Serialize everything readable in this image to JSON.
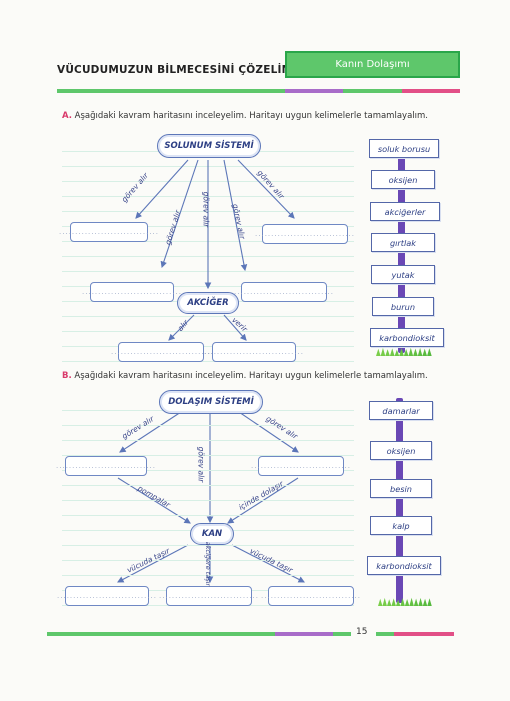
{
  "header": {
    "title": "VÜCUDUMUZUN BİLMECESİNİ ÇÖZELİM",
    "tag": "Kanın Dolaşımı",
    "colors": {
      "green": "#5ec76b",
      "purple": "#a86cc9",
      "pink": "#e24f87",
      "navy": "#2d3f84",
      "pole": "#6a48b5"
    }
  },
  "sectionA": {
    "letter": "A.",
    "instruction": "Aşağıdaki kavram haritasını inceleyelim. Haritayı uygun kelimelerle tamamlayalım.",
    "center": "SOLUNUM SİSTEMİ",
    "lower_center": "AKCİĞER",
    "labels": [
      "görev alır",
      "görev alır",
      "görev alır",
      "görev alır",
      "görev alır"
    ],
    "lower_labels": [
      "alır",
      "verir"
    ],
    "box_placeholder": "...............................",
    "signs": [
      "soluk borusu",
      "oksijen",
      "akciğerler",
      "gırtlak",
      "yutak",
      "burun",
      "karbondioksit"
    ]
  },
  "sectionB": {
    "letter": "B.",
    "instruction": "Aşağıdaki kavram haritasını inceleyelim. Haritayı uygun kelimelerle tamamlayalım.",
    "center": "DOLAŞIM SİSTEMİ",
    "lower_center": "KAN",
    "labels": [
      "görev alır",
      "görev alır",
      "görev alır"
    ],
    "mid_labels": [
      "pompalar",
      "içinde dolaşır"
    ],
    "lower_labels": [
      "vücuda taşır",
      "akciğere taşır",
      "vücuda taşır"
    ],
    "box_placeholder": "...............................",
    "signs": [
      "damarlar",
      "oksijen",
      "besin",
      "kalp",
      "karbondioksit"
    ]
  },
  "footer": {
    "page": "15"
  }
}
